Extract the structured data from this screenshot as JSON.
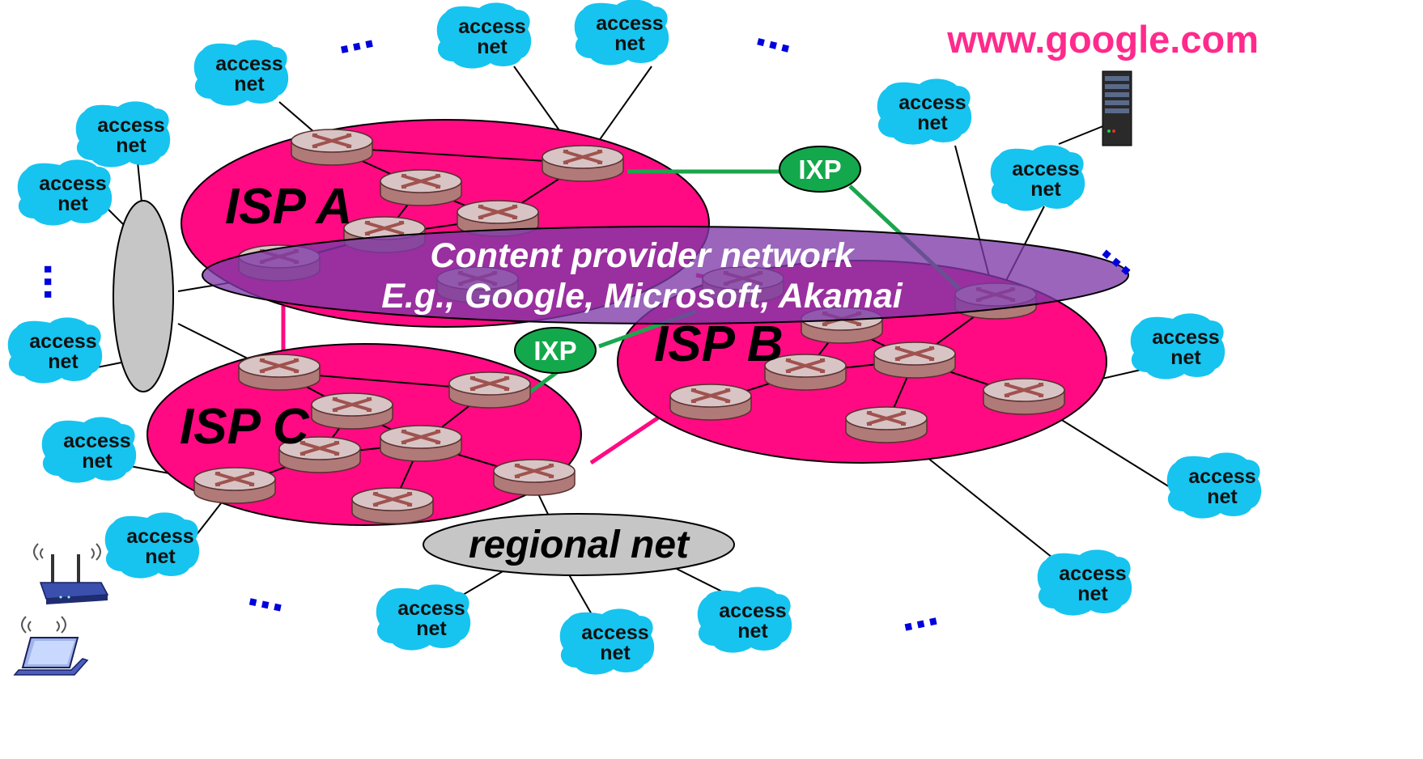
{
  "title": "",
  "labels": {
    "isp_a": "ISP A",
    "isp_b": "ISP B",
    "isp_c": "ISP C",
    "content_provider_line1": "Content provider network",
    "content_provider_line2": "E.g., Google, Microsoft, Akamai",
    "regional_net": "regional net",
    "ixp_top": "IXP",
    "ixp_middle": "IXP",
    "google_site": "www.google.com",
    "ellipsis": "..."
  },
  "access_net": {
    "line1": "access",
    "line2": "net"
  },
  "colors": {
    "isp_fill": "#ff0a82",
    "content_provider_fill": "#8a3fb0",
    "ixp_fill": "#13a84b",
    "ixp_link": "#1aa64c",
    "isp_peering_link": "#ff0a82",
    "access_cloud": "#16c4ef",
    "regional_fill": "#c6c6c6",
    "google_text": "#ff2a8c",
    "ellipsis": "#0000dd",
    "router_top": "#d8c4c4",
    "router_side": "#b07a78",
    "router_mark": "#a0524f"
  },
  "icons": [
    "router-icon",
    "server-icon",
    "wifi-router-icon",
    "laptop-icon",
    "access-net-cloud-icon"
  ]
}
